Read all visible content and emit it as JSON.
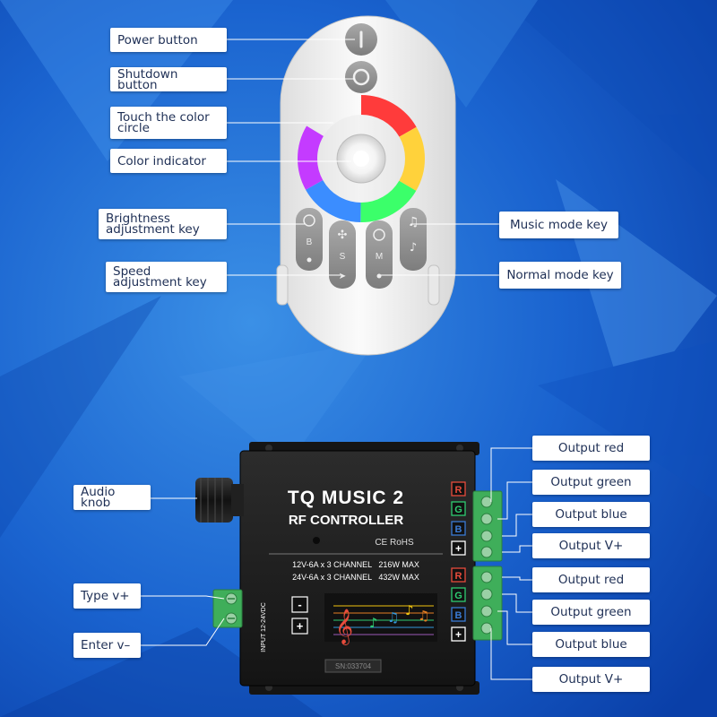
{
  "colors": {
    "background_light": "#2f84df",
    "background_dark": "#0a47b7",
    "label_bg": "#ffffff",
    "label_text": "#1e2f55",
    "leader_line": "#ffffff",
    "remote_body": "#f2f2f2",
    "controller_body": "#1f1f1f",
    "terminal_green": "#3fae5a"
  },
  "remote_labels": {
    "power": "Power button",
    "shutdown": "Shutdown button",
    "touch_circle": "Touch the color circle",
    "color_indicator": "Color indicator",
    "brightness": "Brightness adjustment key",
    "speed": "Speed adjustment key",
    "music_mode": "Music mode key",
    "normal_mode": "Normal mode key"
  },
  "remote_keys": {
    "brightness_letter": "B",
    "speed_letter": "S",
    "mode_letter": "M"
  },
  "controller": {
    "title": "TQ MUSIC 2",
    "subtitle": "RF CONTROLLER",
    "cert": "CE RoHS",
    "spec_line_1": "12V-6A x 3 CHANNEL   216W MAX",
    "spec_line_2": "24V-6A x 3 CHANNEL   432W MAX",
    "input_label": "INPUT 12-24VDC",
    "serial": "SN:033704",
    "channel_letters": [
      "R",
      "G",
      "B",
      "+"
    ],
    "input_signs": [
      "-",
      "+"
    ]
  },
  "controller_labels": {
    "audio_knob": "Audio knob",
    "type_v_plus": "Type v+",
    "enter_v_minus": "Enter v–",
    "outputs": [
      "Output red",
      "Output green",
      "Output blue",
      "Output V+",
      "Output red",
      "Output green",
      "Output blue",
      "Output V+"
    ]
  }
}
